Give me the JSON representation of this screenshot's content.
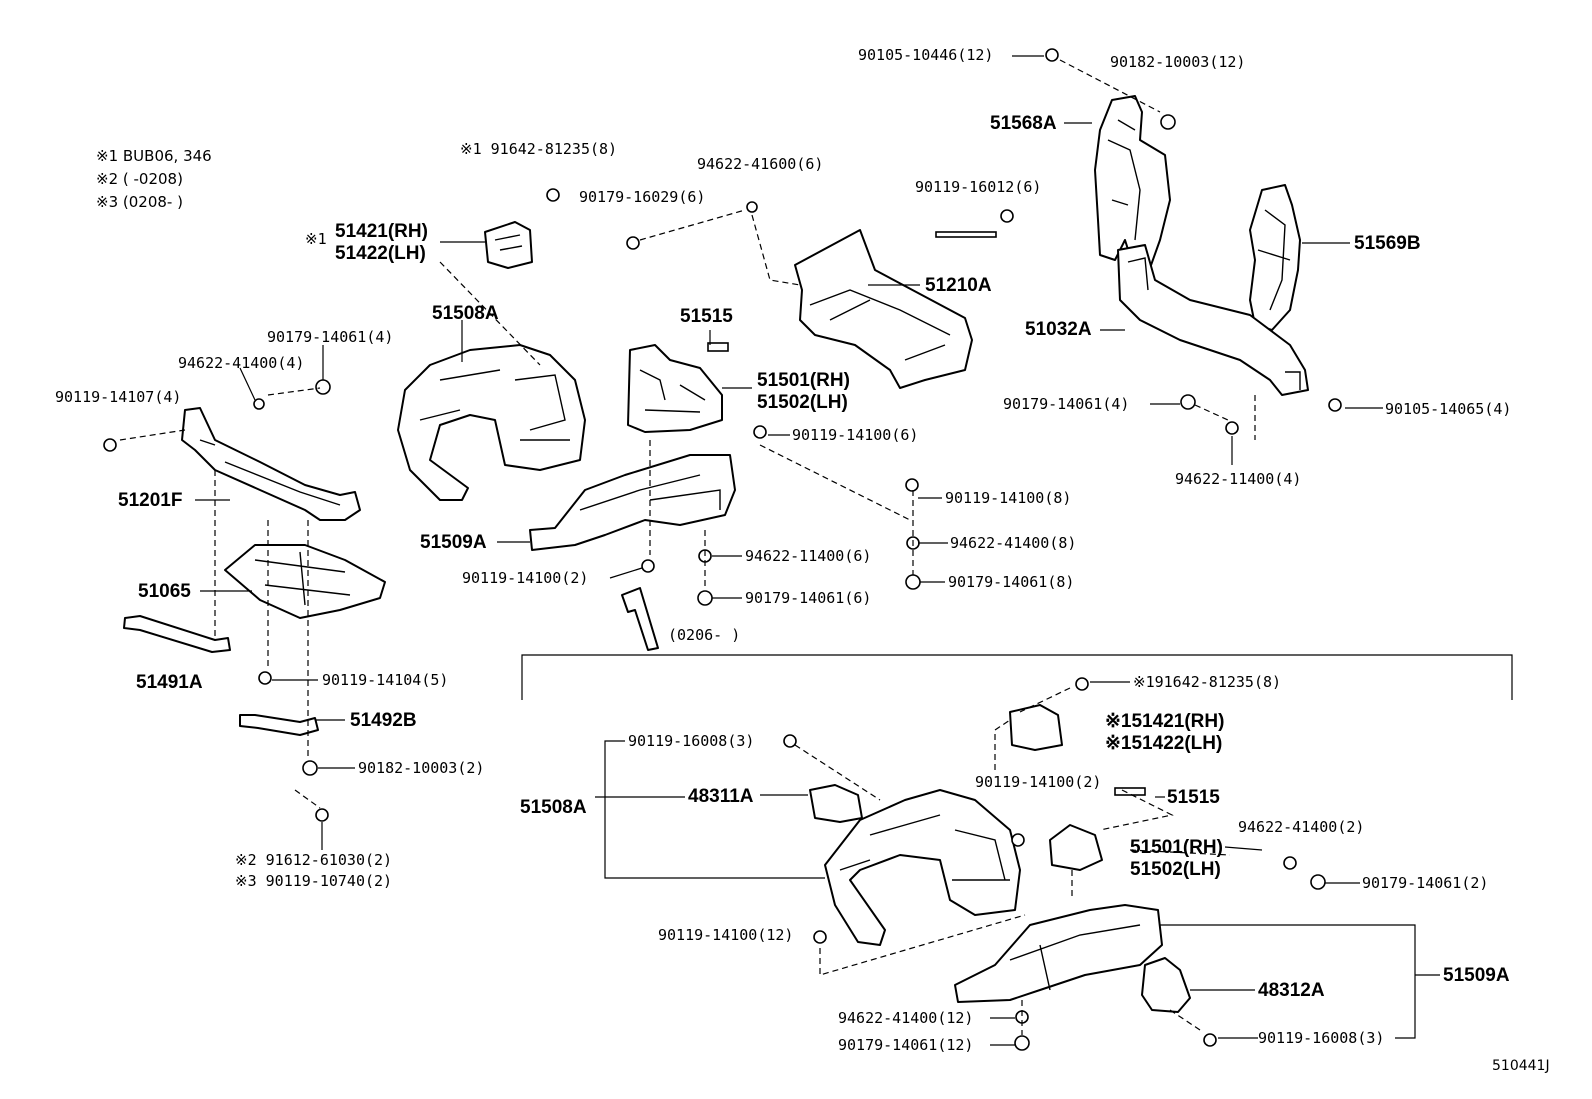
{
  "notes": {
    "n1": "※1  BUB06, 346",
    "n2": "※2  (      -0208)",
    "n3": "※3  (0208-      )"
  },
  "labels": {
    "p90105_10446": "90105-10446(12)",
    "p90182_10003_12": "90182-10003(12)",
    "p51568A": "51568A",
    "p51569B": "51569B",
    "p51032A": "51032A",
    "p90179_14061_4r": "90179-14061(4)",
    "p90105_14065": "90105-14065(4)",
    "p94622_11400_4": "94622-11400(4)",
    "p91642_81235_8": "※1  91642-81235(8)",
    "p94622_41600": "94622-41600(6)",
    "p90179_16029": "90179-16029(6)",
    "p90119_16012": "90119-16012(6)",
    "p51210A": "51210A",
    "p51421_top": "51421(RH)",
    "p51422_top": "51422(LH)",
    "mark_51421_top": "※1",
    "p51508A_top": "51508A",
    "p51515_top": "51515",
    "p51501_top": "51501(RH)",
    "p51502_top": "51502(LH)",
    "p90119_14100_6": "90119-14100(6)",
    "p90179_14061_4l": "90179-14061(4)",
    "p94622_41400_4": "94622-41400(4)",
    "p90119_14107": "90119-14107(4)",
    "p51201F": "51201F",
    "p51065": "51065",
    "p51491A": "51491A",
    "p90119_14104": "90119-14104(5)",
    "p51492B": "51492B",
    "p90182_10003_2": "90182-10003(2)",
    "p91612_61030": "※2 91612-61030(2)",
    "p90119_10740": "※3 90119-10740(2)",
    "p51509A_top": "51509A",
    "p90119_14100_2a": "90119-14100(2)",
    "p94622_11400_6": "94622-11400(6)",
    "p90179_14061_6": "90179-14061(6)",
    "p90119_14100_8": "90119-14100(8)",
    "p94622_41400_8": "94622-41400(8)",
    "p90179_14061_8": "90179-14061(8)",
    "p0206": "(0206-        )",
    "p91642_81235_8b": "※191642-81235(8)",
    "p51421_bot": "※151421(RH)",
    "p51422_bot": "※151422(LH)",
    "p90119_16008_a": "90119-16008(3)",
    "p48311A": "48311A",
    "p51508A_bot": "51508A",
    "p90119_14100_2b": "90119-14100(2)",
    "p51515_bot": "51515",
    "p94622_41400_2": "94622-41400(2)",
    "p51501_bot": "51501(RH)",
    "p51502_bot": "51502(LH)",
    "p90179_14061_2": "90179-14061(2)",
    "p90119_14100_12": "90119-14100(12)",
    "p48312A": "48312A",
    "p51509A_bot": "51509A",
    "p94622_41400_12": "94622-41400(12)",
    "p90179_14061_12": "90179-14061(12)",
    "p90119_16008_b": "90119-16008(3)",
    "diagram_id": "510441J"
  }
}
